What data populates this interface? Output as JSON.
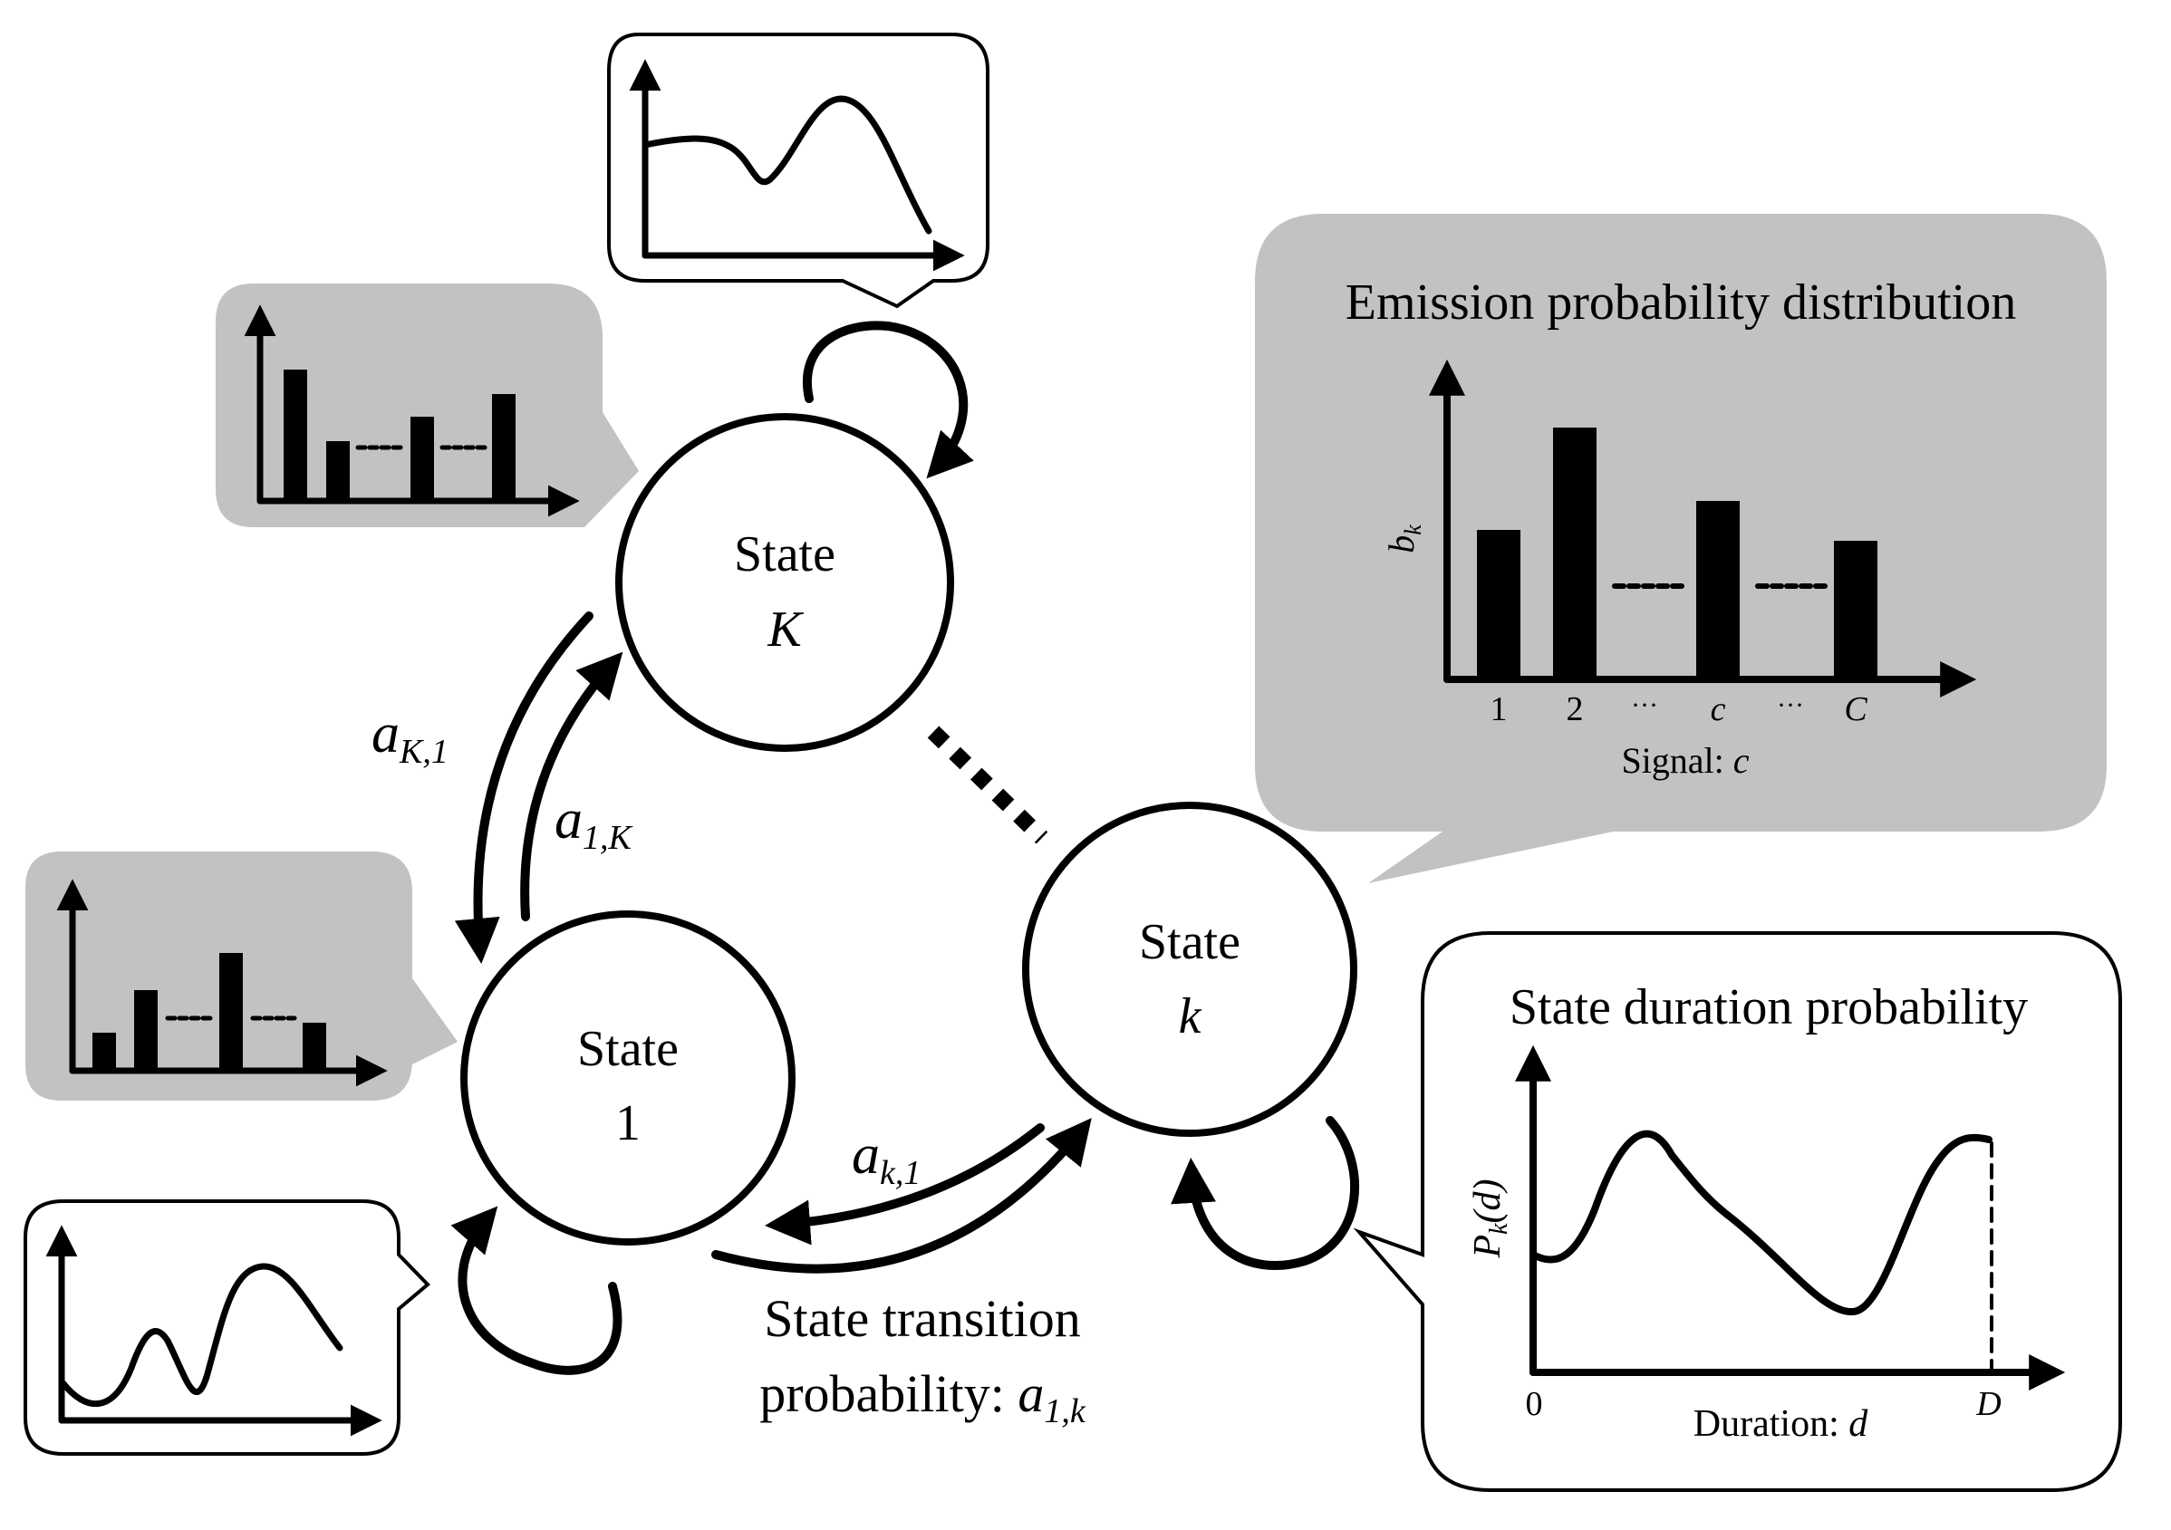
{
  "states": {
    "top": {
      "label": "State",
      "sym": "K"
    },
    "left": {
      "label": "State",
      "sym": "1"
    },
    "right": {
      "label": "State",
      "sym": "k"
    }
  },
  "transitions": {
    "aK1_base": "a",
    "aK1_sub": "K,1",
    "a1K_base": "a",
    "a1K_sub": "1,K",
    "ak1_base": "a",
    "ak1_sub": "k,1"
  },
  "caption": {
    "line1": "State transition",
    "line2": "probability:",
    "sym_base": "a",
    "sym_sub": "1,k"
  },
  "emission": {
    "title": "Emission probability distribution",
    "ylabel_base": "b",
    "ylabel_sub": "k",
    "ticks": [
      "1",
      "2",
      "···",
      "c",
      "···",
      "C"
    ],
    "xlabel_text": "Signal: ",
    "xlabel_sym": "c",
    "colors": {
      "bubble": "#c2c2c2",
      "ink": "#000000"
    }
  },
  "duration": {
    "title": "State duration probability",
    "ylabel": "P",
    "ylabel_sub": "k",
    "ylabel_arg": "(d)",
    "tick0": "0",
    "tickD": "D",
    "xlabel_text": "Duration: ",
    "xlabel_sym": "d"
  }
}
